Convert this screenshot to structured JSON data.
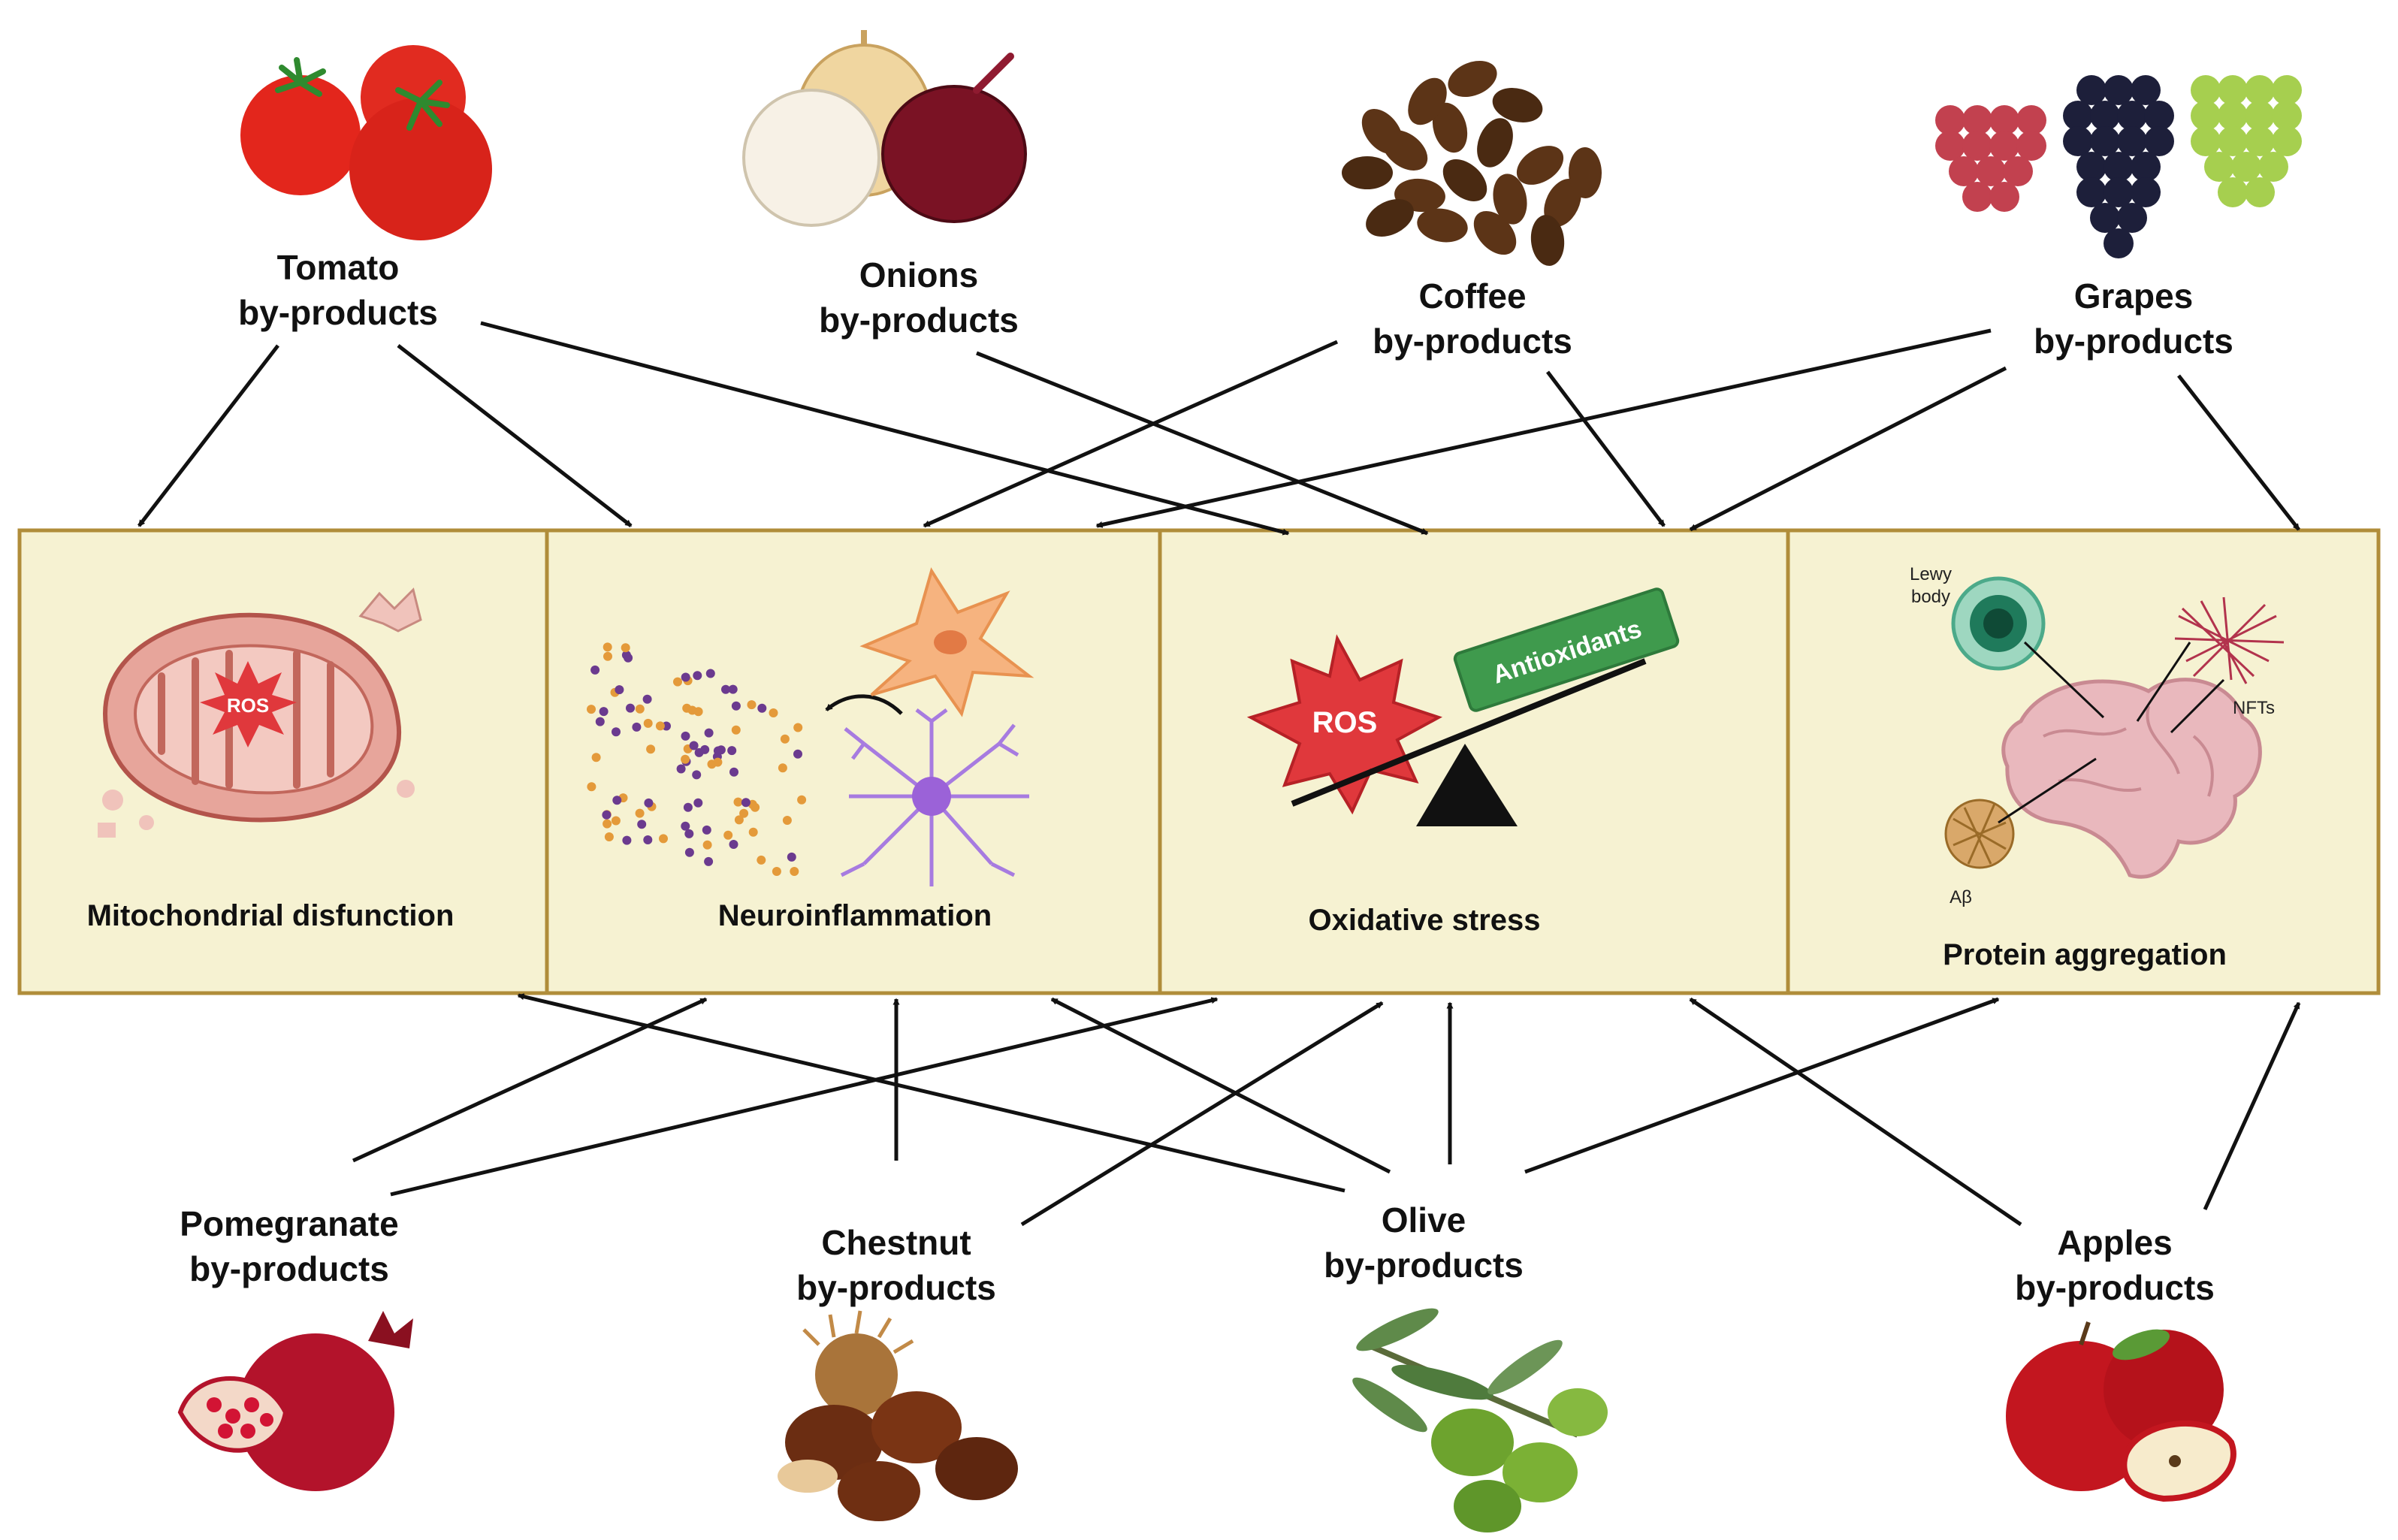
{
  "sources": [
    {
      "id": "tomato",
      "line1": "Tomato",
      "line2": "by-products",
      "icon": "tomato-icon"
    },
    {
      "id": "onions",
      "line1": "Onions",
      "line2": "by-products",
      "icon": "onion-icon"
    },
    {
      "id": "coffee",
      "line1": "Coffee",
      "line2": "by-products",
      "icon": "coffee-bean-icon"
    },
    {
      "id": "grapes",
      "line1": "Grapes",
      "line2": "by-products",
      "icon": "grape-icon"
    },
    {
      "id": "pomegranate",
      "line1": "Pomegranate",
      "line2": "by-products",
      "icon": "pomegranate-icon"
    },
    {
      "id": "chestnut",
      "line1": "Chestnut",
      "line2": "by-products",
      "icon": "chestnut-icon"
    },
    {
      "id": "olive",
      "line1": "Olive",
      "line2": "by-products",
      "icon": "olive-icon"
    },
    {
      "id": "apples",
      "line1": "Apples",
      "line2": "by-products",
      "icon": "apple-icon"
    }
  ],
  "boxes": [
    {
      "id": "mito",
      "label": "Mitochondrial disfunction",
      "inner": "ROS"
    },
    {
      "id": "neuro",
      "label": "Neuroinflammation"
    },
    {
      "id": "oxid",
      "label": "Oxidative stress",
      "ros": "ROS",
      "antioxidants": "Antioxidants"
    },
    {
      "id": "protein",
      "label": "Protein aggregation",
      "lewy": [
        "Lewy",
        "body"
      ],
      "nfts": "NFTs",
      "abeta": "Aβ"
    }
  ],
  "colors": {
    "panel_fill": "#f6f2d2",
    "panel_border": "#b08d3a",
    "arrow": "#111111",
    "ros_red": "#e0383c",
    "antioxidant_green": "#3f9a4d",
    "mito": "#d98a80",
    "brain": "#e9b8bd"
  },
  "links": [
    [
      "tomato",
      "mito"
    ],
    [
      "tomato",
      "neuro"
    ],
    [
      "tomato",
      "oxid"
    ],
    [
      "onions",
      "oxid"
    ],
    [
      "coffee",
      "neuro"
    ],
    [
      "coffee",
      "oxid"
    ],
    [
      "grapes",
      "neuro"
    ],
    [
      "grapes",
      "oxid"
    ],
    [
      "grapes",
      "protein"
    ],
    [
      "pomegranate",
      "neuro"
    ],
    [
      "pomegranate",
      "oxid"
    ],
    [
      "chestnut",
      "neuro"
    ],
    [
      "chestnut",
      "oxid"
    ],
    [
      "olive",
      "mito"
    ],
    [
      "olive",
      "neuro"
    ],
    [
      "olive",
      "oxid"
    ],
    [
      "olive",
      "protein"
    ],
    [
      "apples",
      "oxid"
    ],
    [
      "apples",
      "protein"
    ]
  ]
}
